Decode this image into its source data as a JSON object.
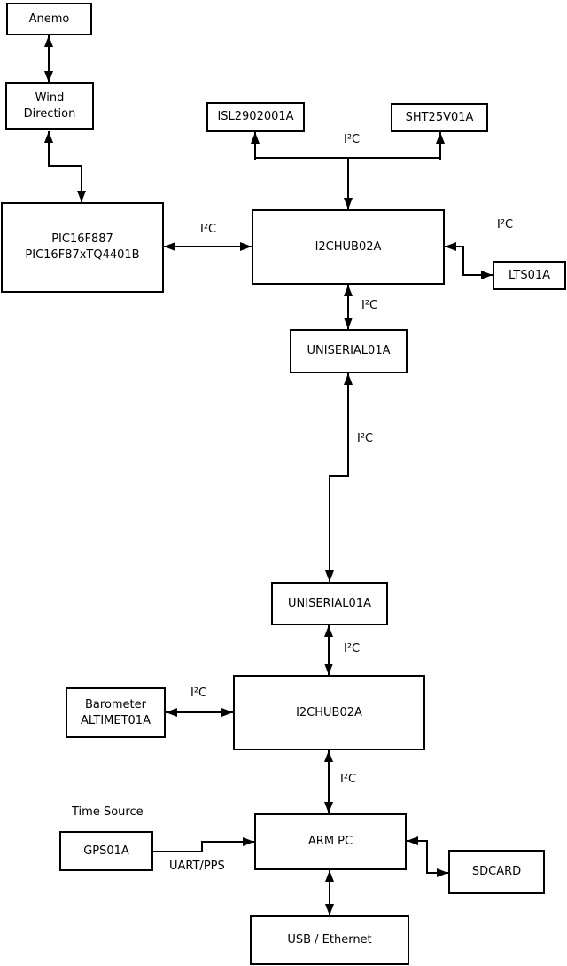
{
  "nodes": [
    {
      "id": "anemo",
      "label": "Anemo"
    },
    {
      "id": "wind-direction",
      "label": "Wind\nDirection"
    },
    {
      "id": "pic",
      "label": "PIC16F887\nPIC16F87xTQ4401B"
    },
    {
      "id": "isl",
      "label": "ISL2902001A"
    },
    {
      "id": "sht",
      "label": "SHT25V01A"
    },
    {
      "id": "i2chub-top",
      "label": "I2CHUB02A"
    },
    {
      "id": "lts",
      "label": "LTS01A"
    },
    {
      "id": "uniserial-1",
      "label": "UNISERIAL01A"
    },
    {
      "id": "uniserial-2",
      "label": "UNISERIAL01A"
    },
    {
      "id": "i2chub-bottom",
      "label": "I2CHUB02A"
    },
    {
      "id": "barometer",
      "label": "Barometer\nALTIMET01A"
    },
    {
      "id": "gps",
      "label": "GPS01A"
    },
    {
      "id": "arm-pc",
      "label": "ARM PC"
    },
    {
      "id": "sdcard",
      "label": "SDCARD"
    },
    {
      "id": "usb-ethernet",
      "label": "USB / Ethernet"
    }
  ],
  "edge_labels": [
    {
      "id": "i2c-sensor-bus",
      "text": "I²C"
    },
    {
      "id": "i2c-pic-hub",
      "text": "I²C"
    },
    {
      "id": "i2c-hub-lts",
      "text": "I²C"
    },
    {
      "id": "i2c-hub-uniserial1",
      "text": "I²C"
    },
    {
      "id": "i2c-uniserial-link",
      "text": "I²C"
    },
    {
      "id": "i2c-uniserial2-hub",
      "text": "I²C"
    },
    {
      "id": "i2c-barometer-hub",
      "text": "I²C"
    },
    {
      "id": "i2c-hub-armpc",
      "text": "I²C"
    },
    {
      "id": "time-source-caption",
      "text": "Time Source"
    },
    {
      "id": "uart-pps",
      "text": "UART/PPS"
    }
  ],
  "edges": [
    {
      "from": "Anemo",
      "to": "Wind Direction",
      "arrows": "both"
    },
    {
      "from": "Wind Direction",
      "to": "PIC16F887 PIC16F87xTQ4401B",
      "arrows": "both"
    },
    {
      "from": "PIC16F887 PIC16F87xTQ4401B",
      "to": "I2CHUB02A (top)",
      "arrows": "both",
      "label": "I²C"
    },
    {
      "from": "I2CHUB02A (top)",
      "to": "ISL2902001A",
      "arrows": "to",
      "label": "I²C"
    },
    {
      "from": "I2CHUB02A (top)",
      "to": "SHT25V01A",
      "arrows": "to",
      "label": "I²C"
    },
    {
      "from": "I2CHUB02A (top)",
      "to": "LTS01A",
      "arrows": "both",
      "label": "I²C"
    },
    {
      "from": "I2CHUB02A (top)",
      "to": "UNISERIAL01A (upper)",
      "arrows": "both",
      "label": "I²C"
    },
    {
      "from": "UNISERIAL01A (upper)",
      "to": "UNISERIAL01A (lower)",
      "arrows": "both",
      "label": "I²C"
    },
    {
      "from": "UNISERIAL01A (lower)",
      "to": "I2CHUB02A (bottom)",
      "arrows": "both",
      "label": "I²C"
    },
    {
      "from": "Barometer ALTIMET01A",
      "to": "I2CHUB02A (bottom)",
      "arrows": "both",
      "label": "I²C"
    },
    {
      "from": "I2CHUB02A (bottom)",
      "to": "ARM PC",
      "arrows": "both",
      "label": "I²C"
    },
    {
      "from": "GPS01A",
      "to": "ARM PC",
      "arrows": "to",
      "label": "UART/PPS"
    },
    {
      "from": "ARM PC",
      "to": "SDCARD",
      "arrows": "both"
    },
    {
      "from": "ARM PC",
      "to": "USB / Ethernet",
      "arrows": "both"
    }
  ],
  "colors": {
    "line": "#000000",
    "box_border": "#000000",
    "box_fill": "#ffffff",
    "background": "#ffffff",
    "text": "#000000"
  }
}
